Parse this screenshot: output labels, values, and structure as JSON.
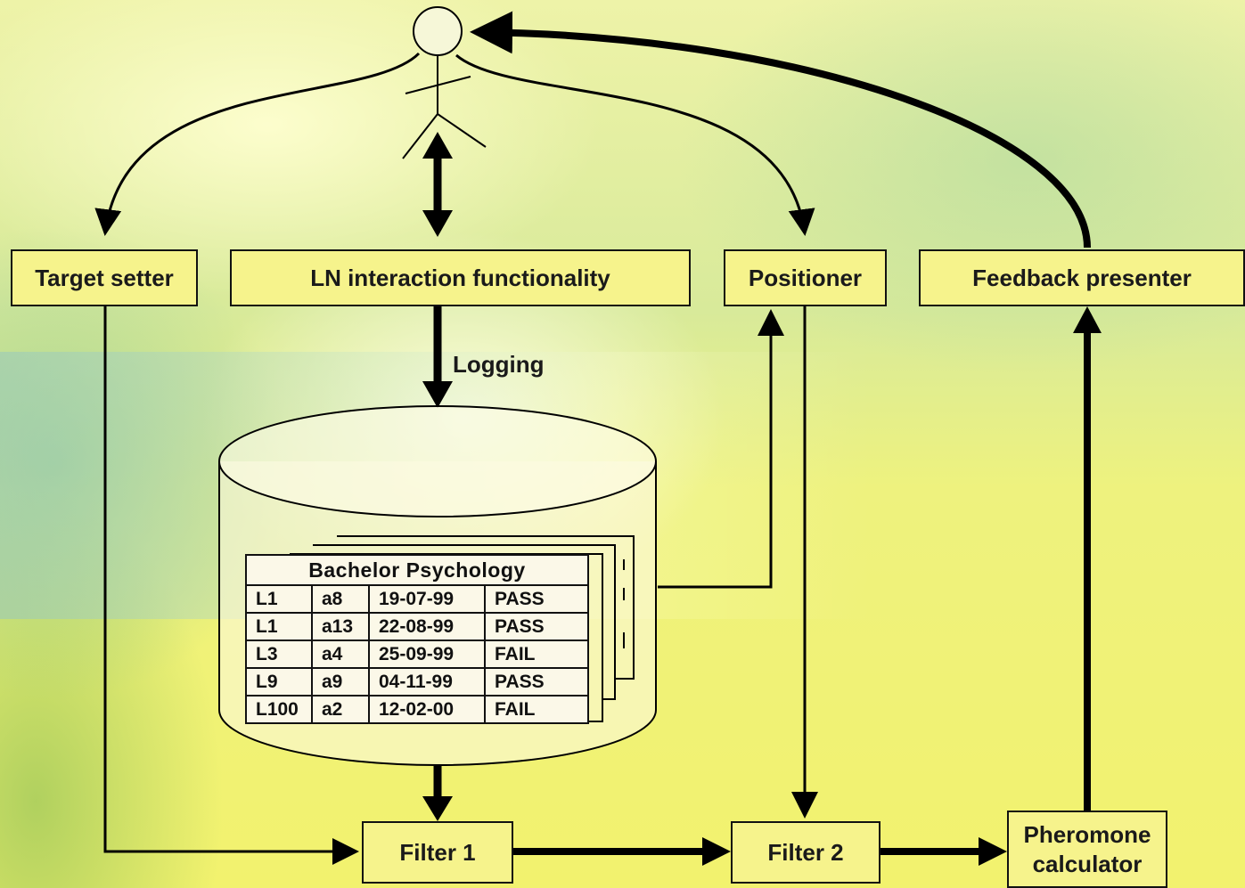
{
  "boxes": {
    "target_setter": "Target setter",
    "ln_interaction": "LN interaction functionality",
    "positioner": "Positioner",
    "feedback_presenter": "Feedback presenter",
    "filter1": "Filter 1",
    "filter2": "Filter 2",
    "pheromone_line1": "Pheromone",
    "pheromone_line2": "calculator"
  },
  "labels": {
    "logging": "Logging"
  },
  "table": {
    "title": "Bachelor Psychology",
    "rows": [
      [
        "L1",
        "a8",
        "19-07-99",
        "PASS"
      ],
      [
        "L1",
        "a13",
        "22-08-99",
        "PASS"
      ],
      [
        "L3",
        "a4",
        "25-09-99",
        "FAIL"
      ],
      [
        "L9",
        "a9",
        "04-11-99",
        "PASS"
      ],
      [
        "L100",
        "a2",
        "12-02-00",
        "FAIL"
      ]
    ]
  },
  "colors": {
    "line": "#000000",
    "box_fill": "#f6f38c",
    "background": "#e6ef7a"
  },
  "icons": {
    "user": "stick-figure-icon",
    "database": "cylinder-database-icon"
  }
}
